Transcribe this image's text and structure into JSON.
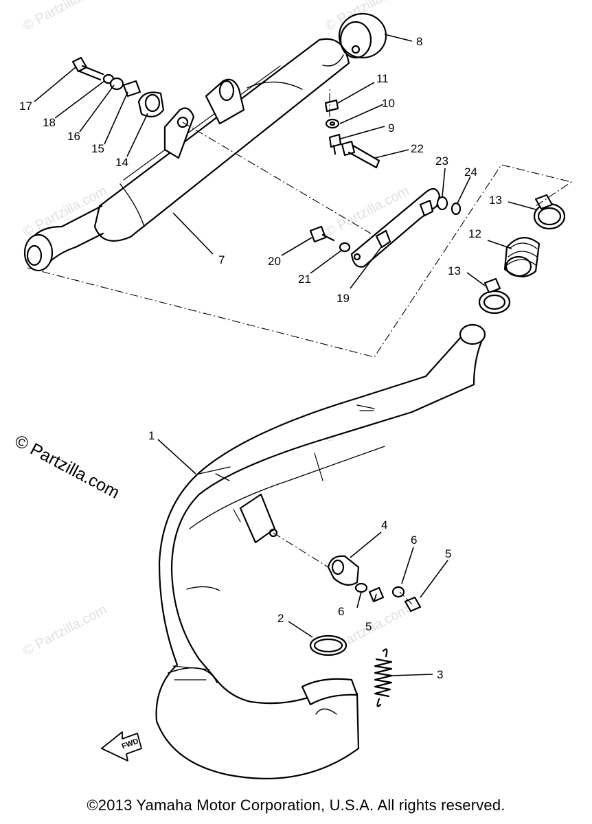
{
  "watermarks": {
    "brand_notice": "© Partzilla.com",
    "faint_text": "© Partzilla.com"
  },
  "diagram": {
    "part_labels": [
      "1",
      "2",
      "3",
      "4",
      "5",
      "5",
      "6",
      "6",
      "7",
      "8",
      "9",
      "10",
      "11",
      "12",
      "13",
      "13",
      "14",
      "15",
      "16",
      "17",
      "18",
      "19",
      "20",
      "21",
      "22",
      "23",
      "24"
    ],
    "direction_marker": "FWD"
  },
  "footer": {
    "copyright": "©2013 Yamaha Motor Corporation, U.S.A. All rights reserved."
  },
  "colors": {
    "ink": "#000000",
    "paper": "#ffffff"
  }
}
